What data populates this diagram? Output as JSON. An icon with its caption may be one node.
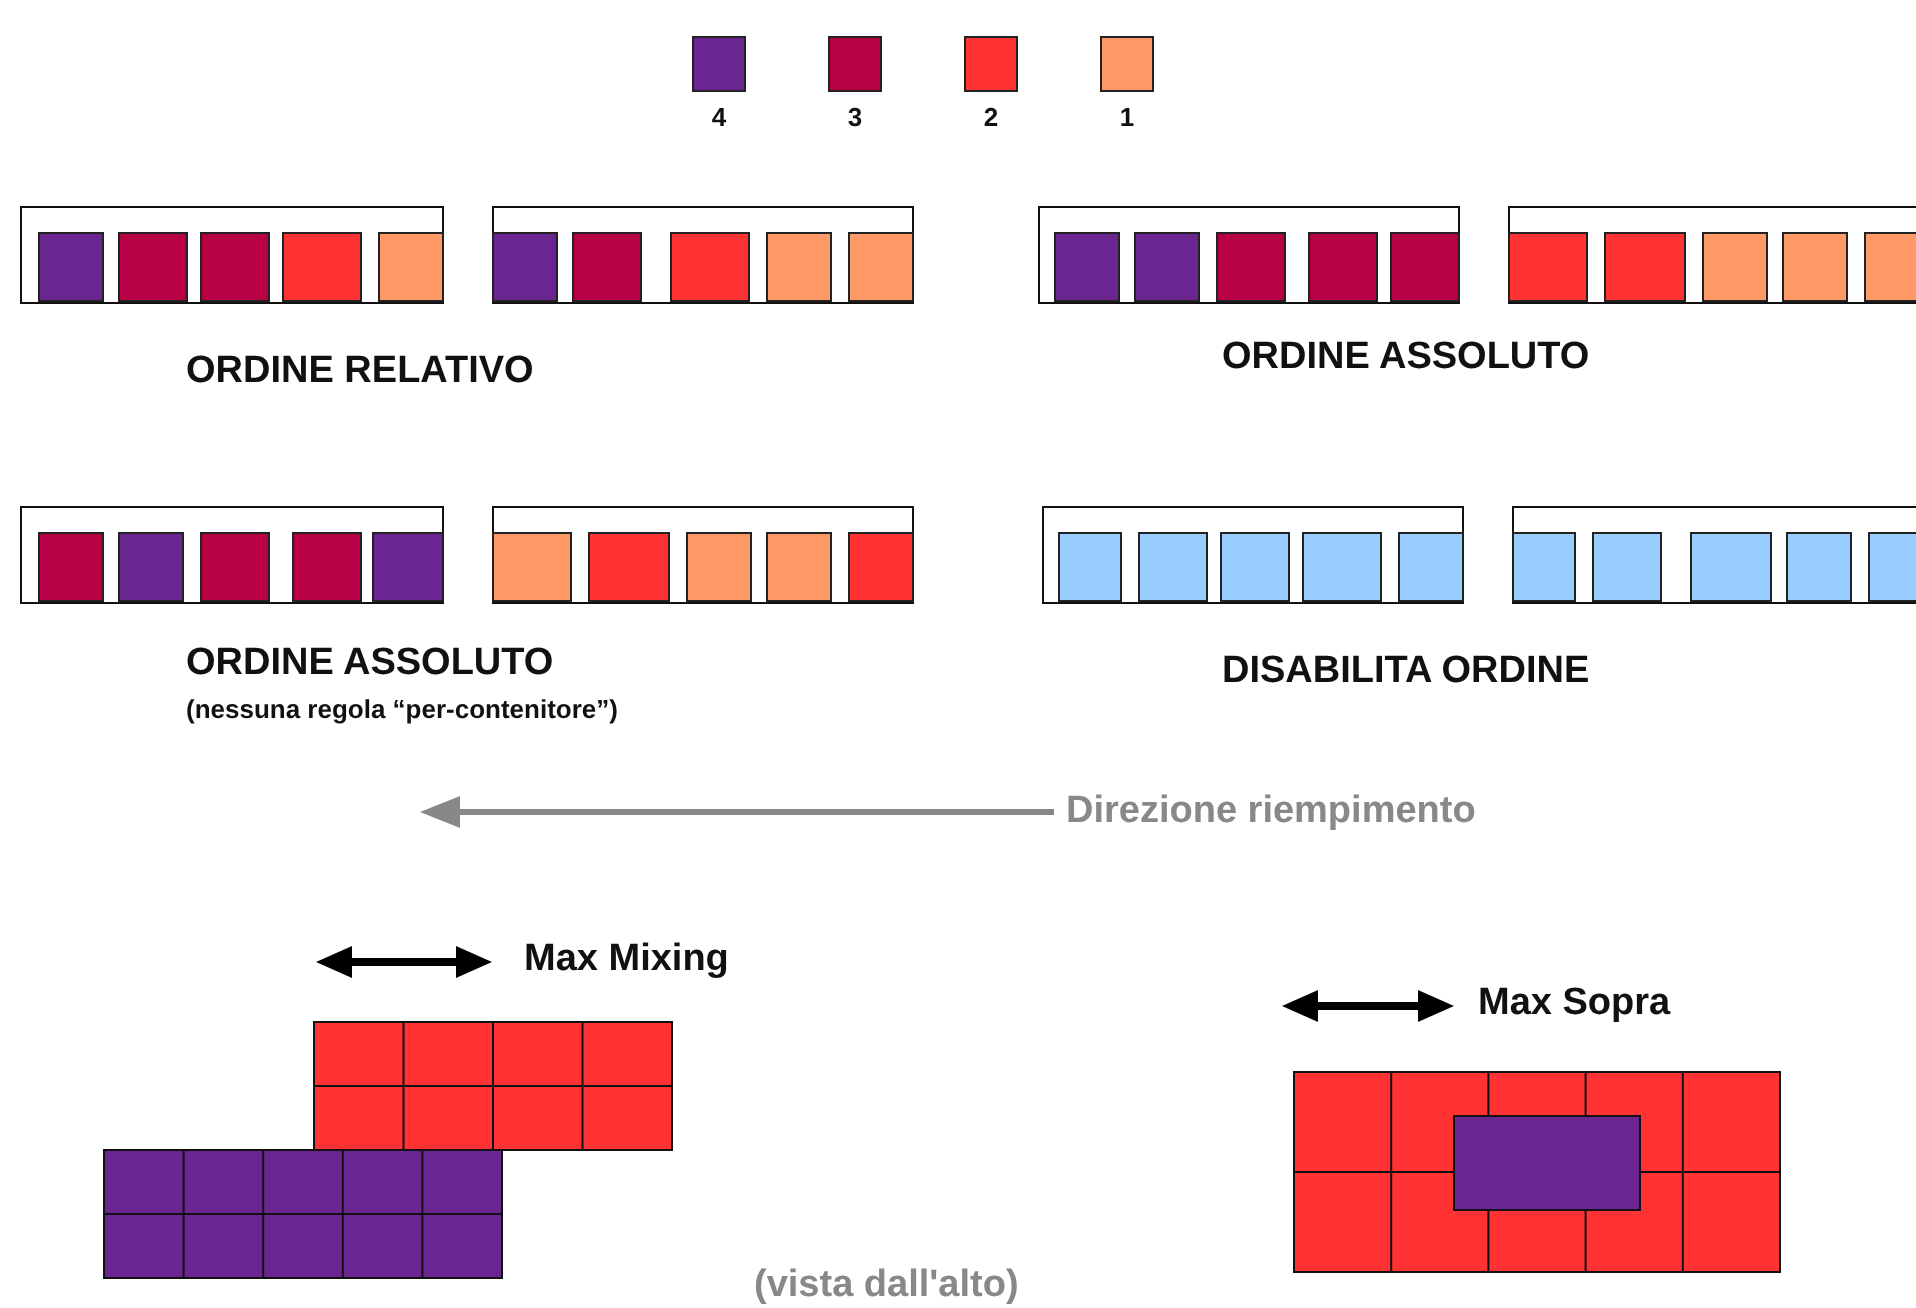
{
  "diagram": {
    "labels": [
      "ORDINE RELATIVO",
      "ORDINE ASSOLUTO",
      "ORDINE ASSOLUTO",
      "(nessuna regola “per-contenitore”)",
      "DISABILITA ORDINE",
      "Direzione riempimento",
      "Max Mixing",
      "Max Sopra",
      "(vista dall'alto)"
    ],
    "legend": [
      {
        "text": "4",
        "color": "#6a2590"
      },
      {
        "text": "3",
        "color": "#b80045"
      },
      {
        "text": "2",
        "color": "#ff3333"
      },
      {
        "text": "1",
        "color": "#ff9966"
      }
    ]
  }
}
